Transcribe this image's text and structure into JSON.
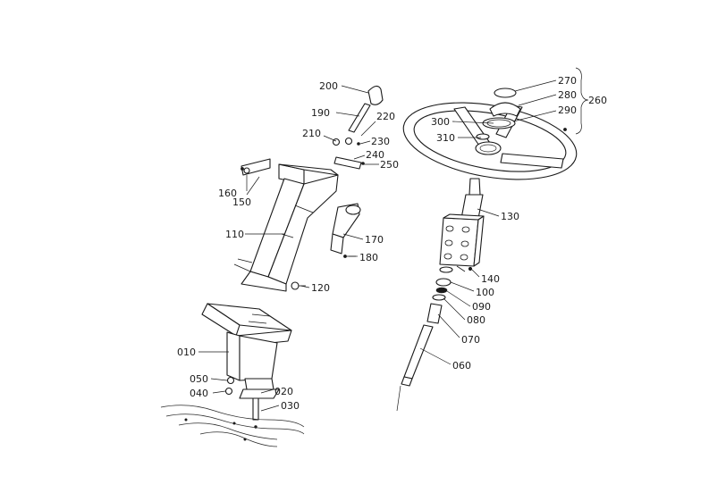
{
  "labels": {
    "p200": "200",
    "p190": "190",
    "p220": "220",
    "p210": "210",
    "p230": "230",
    "p240": "240",
    "p250": "250",
    "p160": "160",
    "p150": "150",
    "p110": "110",
    "p170": "170",
    "p180": "180",
    "p120": "120",
    "p010": "010",
    "p050": "050",
    "p040": "040",
    "p020": "020",
    "p030": "030",
    "p270": "270",
    "p280": "280",
    "p290": "290",
    "p260": "260",
    "p300": "300",
    "p310": "310",
    "p130": "130",
    "p140": "140",
    "p100": "100",
    "p090": "090",
    "p080": "080",
    "p070": "070",
    "p060": "060"
  }
}
